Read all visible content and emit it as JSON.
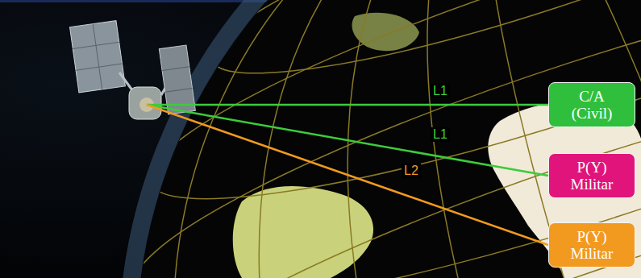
{
  "diagram": {
    "nodes": [
      {
        "text": [
          "C/A (Civil)"
        ]
      },
      {
        "text": [
          "P(Y) Militar"
        ]
      },
      {
        "text": [
          "P(Y) Militar"
        ]
      }
    ],
    "labels": [
      "L1",
      "L1",
      "L2"
    ]
  }
}
